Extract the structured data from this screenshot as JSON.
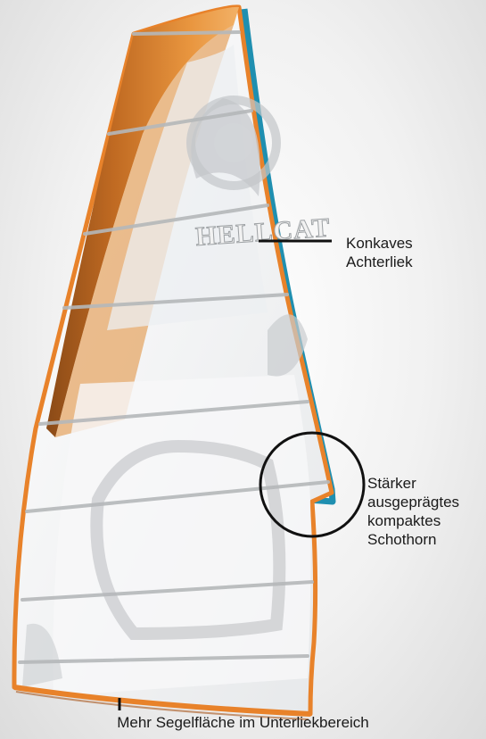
{
  "sail": {
    "brand_text": "HELLCAT",
    "colors": {
      "luff_orange": "#e8822a",
      "luff_dark": "#a9561c",
      "leech_blue": "#1f8fb0",
      "panel_white": "#f4f5f6",
      "batten_grey": "#b5b8ba",
      "graphic_grey": "#c9cccf"
    }
  },
  "callouts": {
    "leech": {
      "lines": [
        "Konkaves",
        "Achterliek"
      ]
    },
    "clew": {
      "lines": [
        "Stärker",
        "ausgeprägtes",
        "kompaktes",
        "Schothorn"
      ]
    },
    "foot": {
      "text": "Mehr Segelfläche im Unterliekbereich"
    }
  }
}
